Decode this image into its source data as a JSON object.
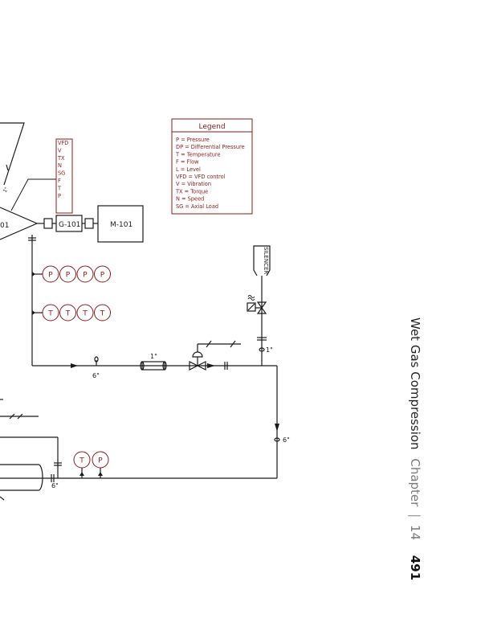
{
  "legend": {
    "title": "Legend",
    "items": [
      "P = Pressure",
      "DP = Differential Pressure",
      "T = Temperature",
      "F = Flow",
      "L = Level",
      "VFD = VFD control",
      "V = Vibration",
      "TX = Torque",
      "N = Speed",
      "SG = Axial Load"
    ]
  },
  "instrument_list": [
    "VFD",
    "V",
    "TX",
    "N",
    "SG",
    "F",
    "T",
    "P"
  ],
  "equipment": {
    "compressor_tag": "01",
    "gearbox_tag": "G-101",
    "motor_tag": "M-101",
    "silencer_label": "SILENCER"
  },
  "pressure_bubbles": [
    "P",
    "P",
    "P",
    "P"
  ],
  "temperature_bubbles": [
    "T",
    "T",
    "T",
    "T"
  ],
  "tp_bubbles": [
    "T",
    "P"
  ],
  "pipe_sizes": {
    "main_line": "6\"",
    "bypass": "1\"",
    "vent": "1\"",
    "return_line": "6\"",
    "bottom_line": "6\""
  },
  "page_header": {
    "title": "Wet Gas Compression",
    "chapter_word": "Chapter",
    "separator": "|",
    "chapter_number": "14",
    "page_number": "491"
  }
}
